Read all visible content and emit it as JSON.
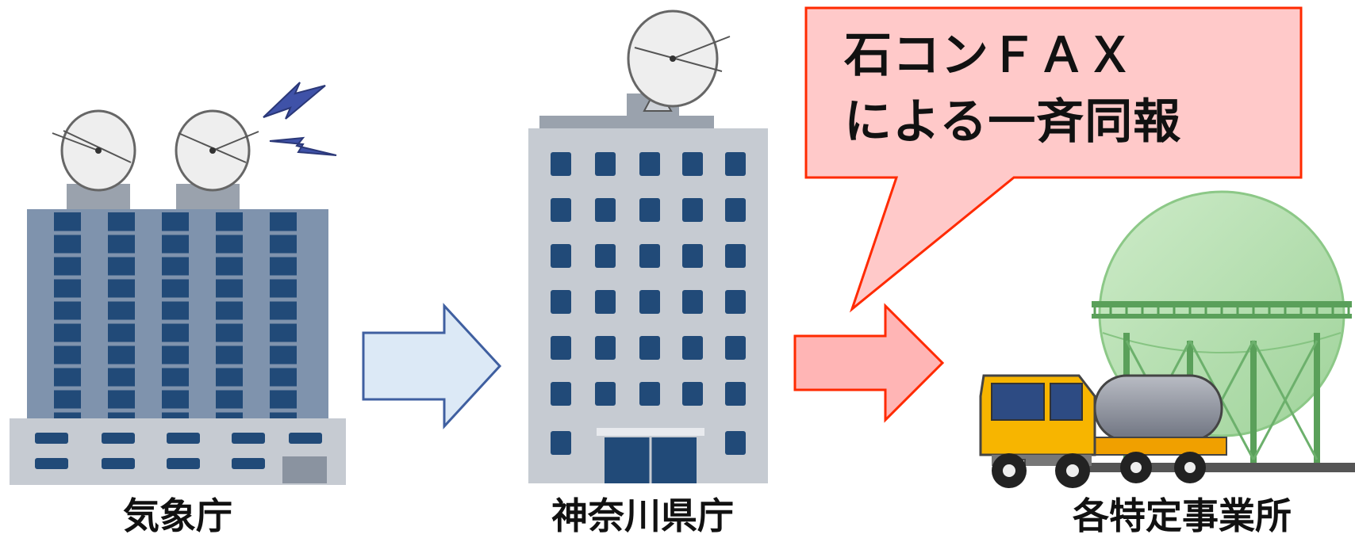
{
  "nodes": [
    {
      "id": "jma",
      "label": "気象庁"
    },
    {
      "id": "kanagawa",
      "label": "神奈川県庁"
    },
    {
      "id": "sites",
      "label": "各特定事業所"
    }
  ],
  "callout": {
    "line1": "石コンＦＡＸ",
    "line2": "による一斉同報"
  },
  "colors": {
    "arrow1_fill": "#dce9f6",
    "arrow1_stroke": "#3f5fa0",
    "arrow2_fill": "#ffb5b5",
    "arrow2_stroke": "#ff2a00",
    "callout_fill": "#ffc9c9",
    "callout_stroke": "#ff2a00"
  }
}
